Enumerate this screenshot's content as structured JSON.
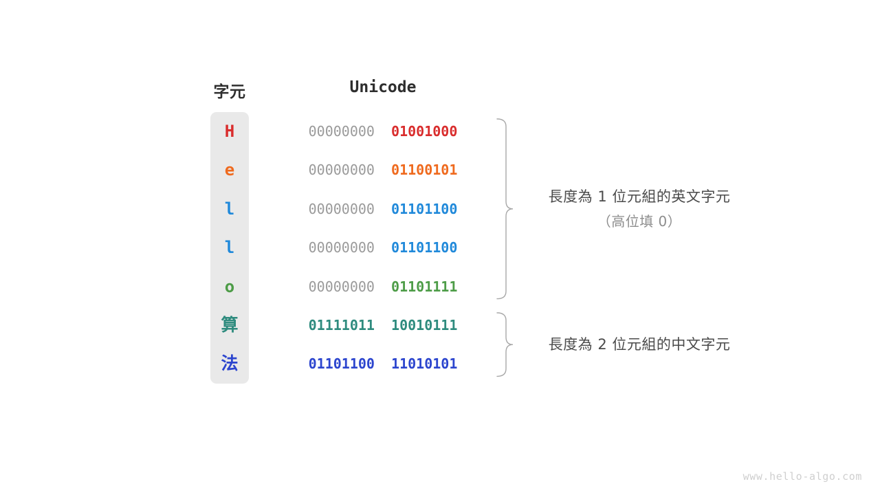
{
  "headers": {
    "character": "字元",
    "unicode": "Unicode"
  },
  "rows": [
    {
      "char": "H",
      "color": "#d92d2d",
      "high_byte": "00000000",
      "low_byte": "01001000",
      "high_filled": false,
      "cjk": false
    },
    {
      "char": "e",
      "color": "#ef6a1e",
      "high_byte": "00000000",
      "low_byte": "01100101",
      "high_filled": false,
      "cjk": false
    },
    {
      "char": "l",
      "color": "#2089da",
      "high_byte": "00000000",
      "low_byte": "01101100",
      "high_filled": false,
      "cjk": false
    },
    {
      "char": "l",
      "color": "#2089da",
      "high_byte": "00000000",
      "low_byte": "01101100",
      "high_filled": false,
      "cjk": false
    },
    {
      "char": "o",
      "color": "#4d9c47",
      "high_byte": "00000000",
      "low_byte": "01101111",
      "high_filled": false,
      "cjk": false
    },
    {
      "char": "算",
      "color": "#2e8b7e",
      "high_byte": "01111011",
      "low_byte": "10010111",
      "high_filled": true,
      "cjk": true
    },
    {
      "char": "法",
      "color": "#2c45ce",
      "high_byte": "01101100",
      "low_byte": "11010101",
      "high_filled": true,
      "cjk": true
    }
  ],
  "annotations": [
    {
      "main": "長度為 1 位元組的英文字元",
      "sub": "（高位填 0）",
      "span_rows": [
        0,
        4
      ]
    },
    {
      "main": "長度為 2 位元組的中文字元",
      "sub": "",
      "span_rows": [
        5,
        6
      ]
    }
  ],
  "colors": {
    "card_background": "#e9e9e9",
    "page_background": "#ffffff",
    "high_byte_gray": "#9a9a9a",
    "brace_gray": "#a8a8a8",
    "annotation_main": "#4a4a4a",
    "annotation_sub": "#8d8d8d",
    "header_text": "#2e2e2e",
    "watermark": "#cfcfcf"
  },
  "watermark": "www.hello-algo.com"
}
